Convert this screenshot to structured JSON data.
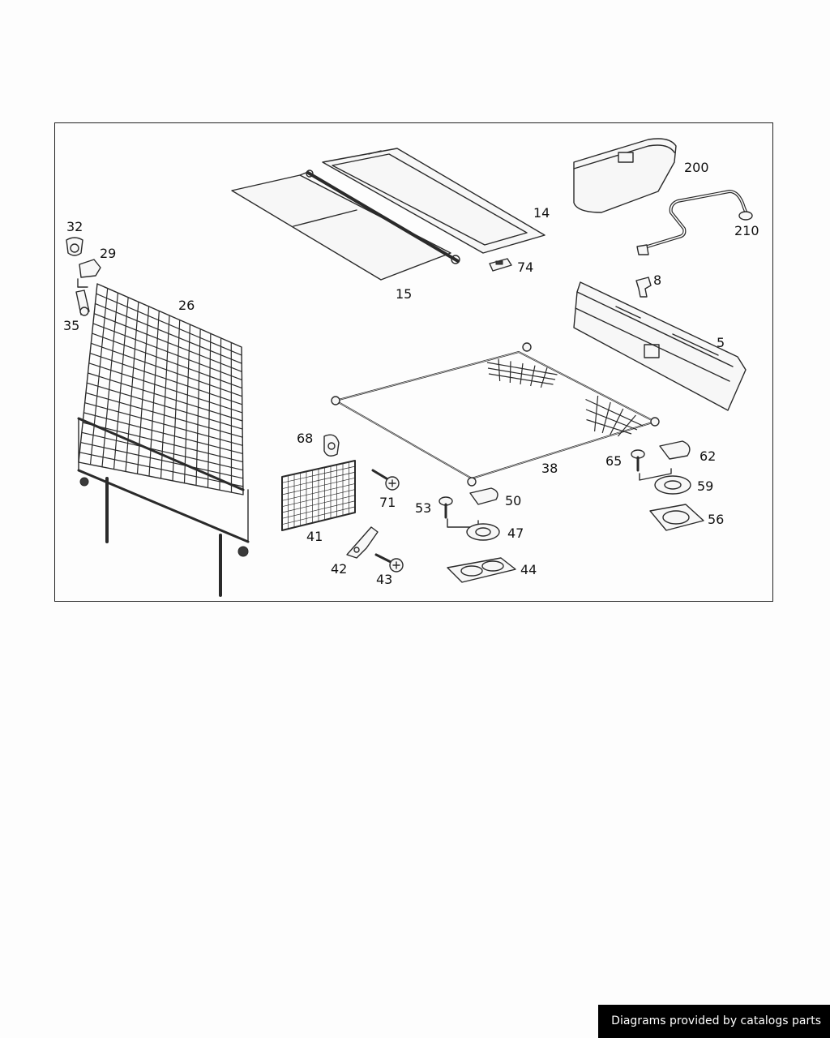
{
  "callouts": {
    "p200": "200",
    "p14": "14",
    "p210": "210",
    "p32": "32",
    "p29": "29",
    "p74": "74",
    "p8": "8",
    "p15": "15",
    "p35": "35",
    "p26": "26",
    "p5": "5",
    "p68": "68",
    "p65": "65",
    "p62": "62",
    "p38": "38",
    "p71": "71",
    "p50": "50",
    "p59": "59",
    "p53": "53",
    "p47": "47",
    "p41": "41",
    "p56": "56",
    "p42": "42",
    "p44": "44",
    "p43": "43"
  },
  "footer": {
    "text": "Diagrams provided by catalogs parts"
  }
}
